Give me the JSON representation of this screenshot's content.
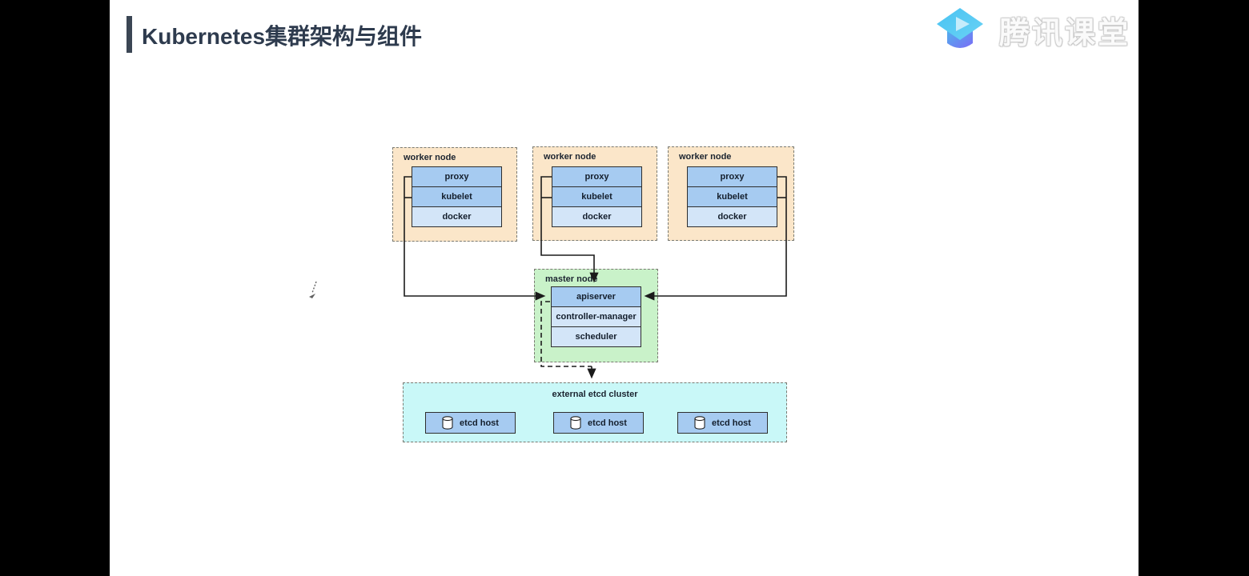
{
  "page": {
    "title": "Kubernetes集群架构与组件"
  },
  "watermark": {
    "brand": "腾讯课堂",
    "icon": "tencent-classroom-logo"
  },
  "diagram": {
    "worker_nodes": [
      {
        "label": "worker node",
        "components": [
          "proxy",
          "kubelet",
          "docker"
        ]
      },
      {
        "label": "worker node",
        "components": [
          "proxy",
          "kubelet",
          "docker"
        ]
      },
      {
        "label": "worker node",
        "components": [
          "proxy",
          "kubelet",
          "docker"
        ]
      }
    ],
    "master_node": {
      "label": "master node",
      "components": [
        "apiserver",
        "controller-manager",
        "scheduler"
      ]
    },
    "etcd_cluster": {
      "label": "external etcd cluster",
      "hosts": [
        "etcd host",
        "etcd host",
        "etcd host"
      ]
    },
    "colors": {
      "worker_fill": "#fbe6c9",
      "master_fill": "#c9f2c9",
      "etcd_fill": "#c9f8f8",
      "component_blue": "#a6cbf1",
      "component_light_blue": "#d3e5f8",
      "line": "#1b1b1b",
      "title": "#2e3b4e"
    }
  }
}
